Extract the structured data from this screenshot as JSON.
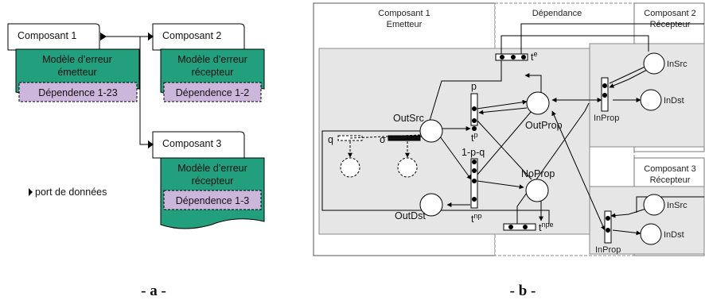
{
  "panel_a": {
    "c1": "Composant 1",
    "c2": "Composant 2",
    "c3": "Composant 3",
    "em_model_1": "Modèle d’erreur",
    "em_model_2": "émetteur",
    "rec_model_1": "Modèle d’erreur",
    "rec_model_2": "récepteur",
    "dep_23": "Dépendence 1-23",
    "dep_2": "Dépendence 1-2",
    "dep_3": "Dépendence 1-3",
    "legend": "port de données"
  },
  "panel_b": {
    "col1_1": "Composant 1",
    "col1_2": "Emetteur",
    "col2": "Dépendance",
    "col3_1": "Composant 2",
    "col3_2": "Récepteur",
    "col4_1": "Composant 3",
    "col4_2": "Récepteur",
    "outsrc": "OutSrc",
    "outdst": "OutDst",
    "outprop": "OutProp",
    "noprop": "NoProp",
    "p": "p",
    "pq": "1-p-q",
    "tp": "t",
    "tp_sup": "p",
    "tnp": "t",
    "tnp_sup": "np",
    "te": "t",
    "te_sup": "e",
    "tnpe": "t",
    "tnpe_sup": "npe",
    "q": "q",
    "sigma": "σ",
    "insrc": "InSrc",
    "indst": "InDst",
    "inprop": "InProp"
  },
  "captions": {
    "a": "- a -",
    "b": "- b -"
  },
  "colors": {
    "model": "#22a07e",
    "dep": "#ccb6dc",
    "grey": "#e6e6e6"
  }
}
